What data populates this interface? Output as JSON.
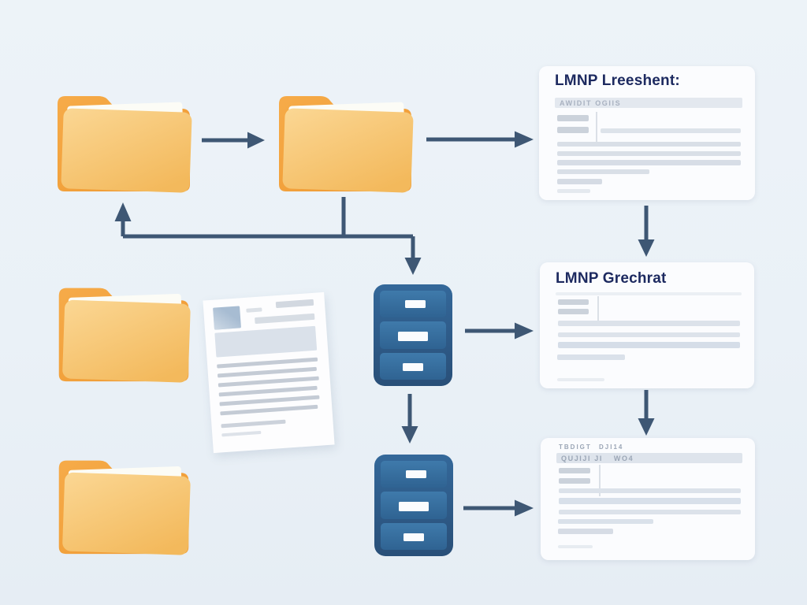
{
  "palette": {
    "background": "#eaf1f7",
    "arrow": "#3e5774",
    "folder_back": "#f09f38",
    "folder_front": "#f7c779",
    "cabinet_body": "#2e5d8a",
    "cabinet_drawer": "#38709f",
    "card_background": "#fbfcfe",
    "title_navy": "#1d2a60",
    "skeleton_bar": "#d2d9e2"
  },
  "icons": {
    "folder_top_left": "folder-icon",
    "folder_top_middle": "folder-icon",
    "folder_middle_left": "folder-icon",
    "folder_bottom_left": "folder-icon",
    "cabinet_upper": "file-cabinet-icon",
    "cabinet_lower": "file-cabinet-icon",
    "document": "document-page-icon"
  },
  "cards": {
    "statement": {
      "title": "LMNP Lreeshent:",
      "table_header": "AWIDIT  OGIIS"
    },
    "report": {
      "title": "LMNP Grechrat"
    },
    "detail": {
      "meta_left": "TBDIGT",
      "meta_right": "DJI14",
      "header_left": "QUJIJI JI",
      "header_right": "WO4"
    }
  }
}
